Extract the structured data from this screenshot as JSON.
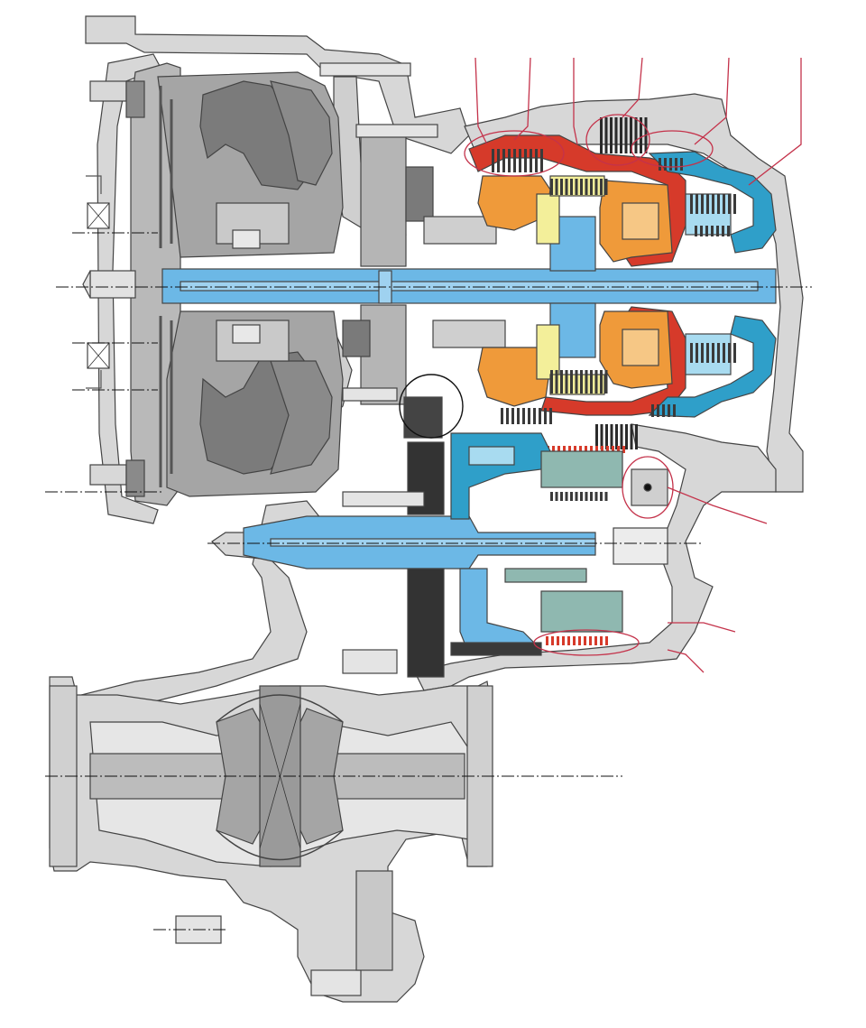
{
  "diagram": {
    "kind": "transaxle-cross-section",
    "labels": [],
    "palette": {
      "housing": "#d7d7d7",
      "housing_dark": "#bdbdbd",
      "converter": "#9a9a9a",
      "converter_dark": "#6f6f6f",
      "shaft": "#6cb8e6",
      "clutch_blue": "#2f9fc9",
      "planet_orange": "#ef9a3a",
      "planet_light": "#f6c785",
      "pale_yellow": "#f3ef9a",
      "band_red": "#d63a2a",
      "clutch_teal": "#8fb8b0",
      "dark_pack": "#3a3a3a",
      "callout": "#c4324a",
      "outline": "#3a3a3a"
    },
    "callout_count": 9,
    "circle_highlight_count": 5
  }
}
